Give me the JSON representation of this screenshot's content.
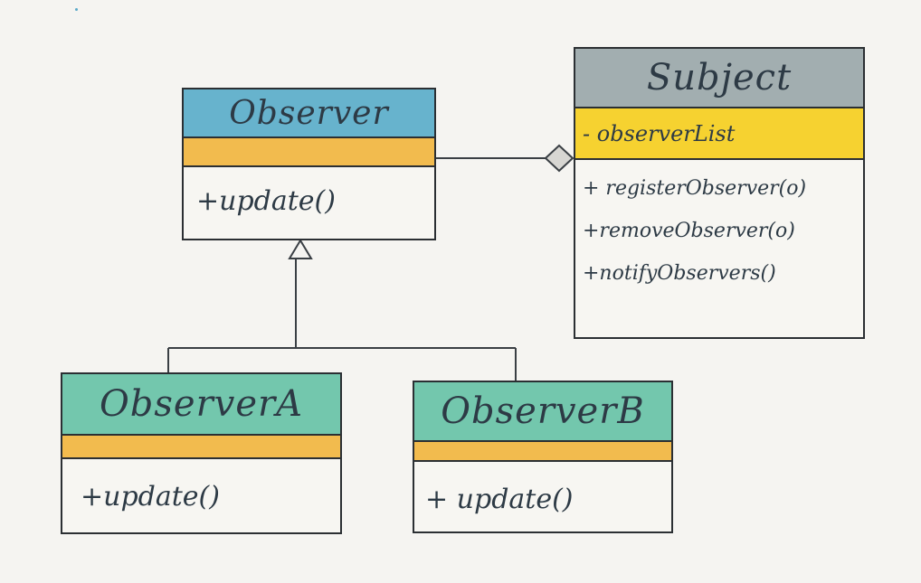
{
  "diagram": {
    "classes": {
      "observer": {
        "name": "Observer",
        "attributes": "",
        "methods": [
          "+update()"
        ]
      },
      "subject": {
        "name": "Subject",
        "attributes": "- observerList",
        "methods": [
          "+ registerObserver(o)",
          "+removeObserver(o)",
          "+notifyObservers()"
        ]
      },
      "observer_a": {
        "name": "ObserverA",
        "attributes": "",
        "methods": [
          "+update()"
        ]
      },
      "observer_b": {
        "name": "ObserverB",
        "attributes": "",
        "methods": [
          "+ update()"
        ]
      }
    },
    "colors": {
      "observer_header": "#67b3cd",
      "subject_header": "#a2aeb0",
      "concrete_header": "#73c7ad",
      "attribute_band": "#f2bb4e",
      "subject_attribute_band": "#f6d230",
      "line": "#2b2f33"
    },
    "relationships": [
      {
        "type": "generalization",
        "from": "ObserverA",
        "to": "Observer"
      },
      {
        "type": "generalization",
        "from": "ObserverB",
        "to": "Observer"
      },
      {
        "type": "aggregation",
        "whole": "Subject",
        "part": "Observer"
      }
    ]
  }
}
